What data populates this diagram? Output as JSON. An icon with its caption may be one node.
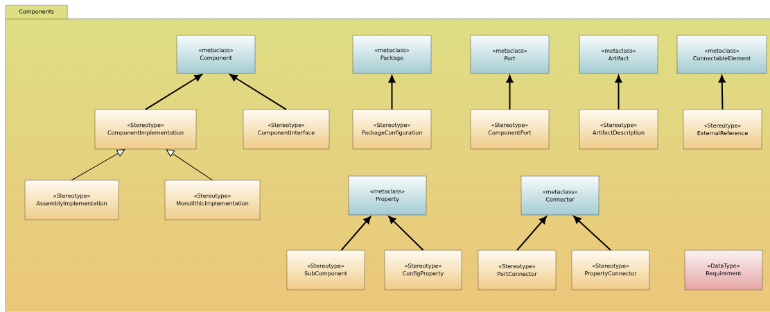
{
  "diagram": {
    "nodes": [
      {
        "text": [
          "Components"
        ]
      },
      {
        "text": [
          "«metaclass»",
          "Component"
        ],
        "in": 0
      },
      {
        "text": [
          "«metaclass»",
          "Package"
        ],
        "in": 0
      },
      {
        "text": [
          "«metaclass»",
          "Port"
        ],
        "in": 0
      },
      {
        "text": [
          "«metaclass»",
          "Artifact"
        ],
        "in": 0
      },
      {
        "text": [
          "«metaclass»",
          "ConnectableElement"
        ],
        "in": 0
      },
      {
        "text": [
          "«Stereotype»",
          "ComponentImplementation"
        ],
        "in": 0
      },
      {
        "text": [
          "«Stereotype»",
          "ComponentInterface"
        ],
        "in": 0
      },
      {
        "text": [
          "«Stereotype»",
          "PackageConfiguration"
        ],
        "in": 0
      },
      {
        "text": [
          "«Stereotype»",
          "ComponentPort"
        ],
        "in": 0
      },
      {
        "text": [
          "«Stereotype»",
          "ArtifactDescription"
        ],
        "in": 0
      },
      {
        "text": [
          "«Stereotype»",
          "ExternalReference"
        ],
        "in": 0
      },
      {
        "text": [
          "«Stereotype»",
          "AssemblyImplementation"
        ],
        "in": 0
      },
      {
        "text": [
          "«Stereotype»",
          "MonolithicImplementation"
        ],
        "in": 0
      },
      {
        "text": [
          "«metaclass»",
          "Property"
        ],
        "in": 0
      },
      {
        "text": [
          "«metaclass»",
          "Connector"
        ],
        "in": 0
      },
      {
        "text": [
          "«Stereotype»",
          "SubComponent"
        ],
        "in": 0
      },
      {
        "text": [
          "«Stereotype»",
          "ConfigProperty"
        ],
        "in": 0
      },
      {
        "text": [
          "«Stereotype»",
          "PortConnector"
        ],
        "in": 0
      },
      {
        "text": [
          "«Stereotype»",
          "PropertyConnector"
        ],
        "in": 0
      },
      {
        "text": [
          "«DataType»",
          "Requirement"
        ],
        "in": 0
      }
    ],
    "edges": [
      {
        "from": 6,
        "to": 1,
        "arrow": "to"
      },
      {
        "from": 7,
        "to": 1,
        "arrow": "to"
      },
      {
        "from": 8,
        "to": 2,
        "arrow": "to"
      },
      {
        "from": 9,
        "to": 3,
        "arrow": "to"
      },
      {
        "from": 10,
        "to": 4,
        "arrow": "to"
      },
      {
        "from": 11,
        "to": 5,
        "arrow": "to"
      },
      {
        "from": 12,
        "to": 6,
        "arrow": "to"
      },
      {
        "from": 13,
        "to": 6,
        "arrow": "to"
      },
      {
        "from": 16,
        "to": 14,
        "arrow": "to"
      },
      {
        "from": 17,
        "to": 14,
        "arrow": "to"
      },
      {
        "from": 18,
        "to": 15,
        "arrow": "to"
      },
      {
        "from": 19,
        "to": 15,
        "arrow": "to"
      }
    ]
  }
}
